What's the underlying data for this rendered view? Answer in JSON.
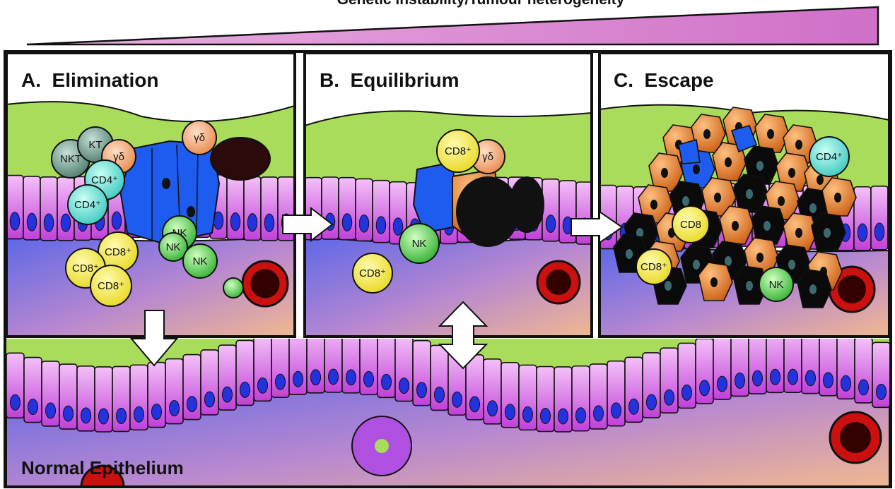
{
  "header": {
    "title": "Genetic instability/Tumour heterogeneity"
  },
  "panels": [
    {
      "label": "A.  Elimination"
    },
    {
      "label": "B.  Equilibrium"
    },
    {
      "label": "C.  Escape"
    }
  ],
  "bottom": {
    "label": "Normal Epithelium"
  },
  "cell_labels": {
    "nkt": "NKT",
    "nk": "NK",
    "gd": "γδ",
    "cd4": "CD4⁺",
    "cd8": "CD8⁺",
    "cd8_nosup": "CD8"
  },
  "colors": {
    "tissue_green": "#a8dc5a",
    "epithelium_magenta": "#d24fe0",
    "nucleus_blue": "#2233dd",
    "tumour_blue": "#1e5cf0",
    "tumour_orange": "#e8832a",
    "cd8_yellow": "#f2e430",
    "cd4_teal": "#6ee6d8",
    "nk_green": "#5ad850",
    "gd_orange": "#f2a060",
    "nkt_grey": "#6f9c8c",
    "vessel_red": "#cc1010",
    "wedge_pink": "#dd88cc"
  }
}
